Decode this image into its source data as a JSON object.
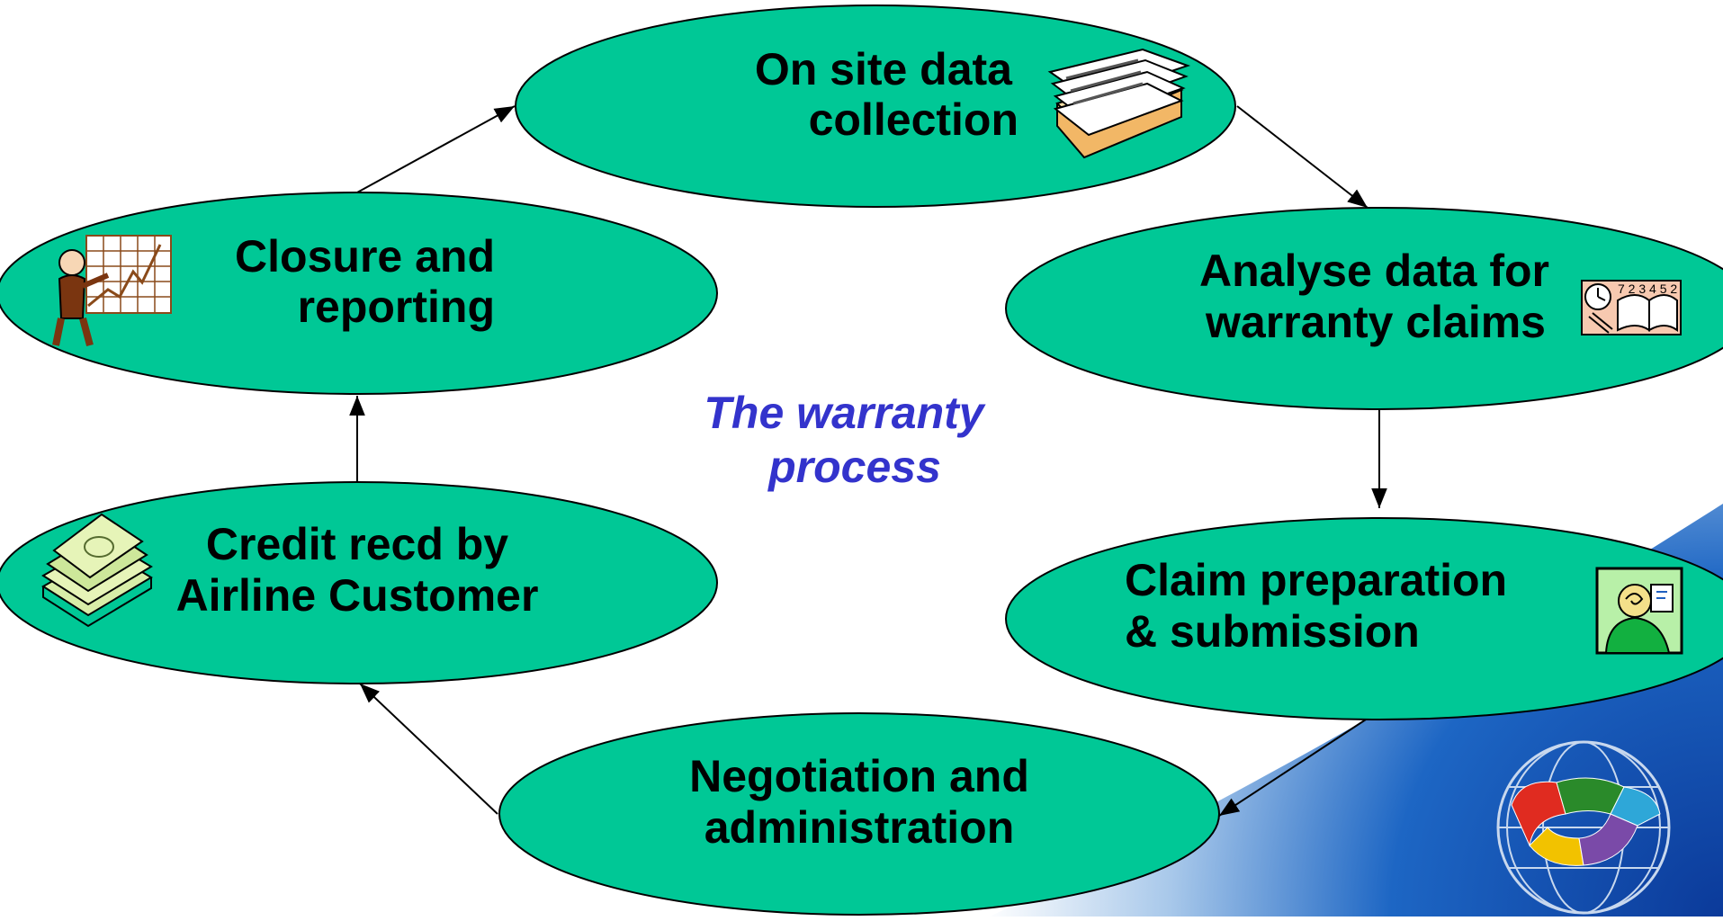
{
  "diagram": {
    "colors": {
      "node_fill": "#00c896",
      "node_stroke": "#000000",
      "arrow": "#000000",
      "center_text": "#3333cc",
      "corner_gradient_dark": "#0b3a9a",
      "corner_gradient_light": "#ffffff"
    },
    "center_title": {
      "line1": "The warranty",
      "line2": "process"
    },
    "nodes": {
      "collection": {
        "line1": "On site data",
        "line2": "collection",
        "icon": "paper-stack-icon"
      },
      "analyse": {
        "line1": "Analyse data for",
        "line2": "warranty claims",
        "icon": "open-book-icon"
      },
      "claim": {
        "line1": "Claim preparation",
        "line2": "& submission",
        "icon": "person-at-phone-icon"
      },
      "negotiation": {
        "line1": "Negotiation and",
        "line2": "administration"
      },
      "credit": {
        "line1": "Credit recd by",
        "line2": "Airline Customer",
        "icon": "money-stack-icon"
      },
      "closure": {
        "line1": "Closure and",
        "line2": "reporting",
        "icon": "presenter-chart-icon"
      }
    },
    "flow": [
      "collection",
      "analyse",
      "claim",
      "negotiation",
      "credit",
      "closure",
      "collection"
    ],
    "logo": "globe-puzzle-logo"
  }
}
